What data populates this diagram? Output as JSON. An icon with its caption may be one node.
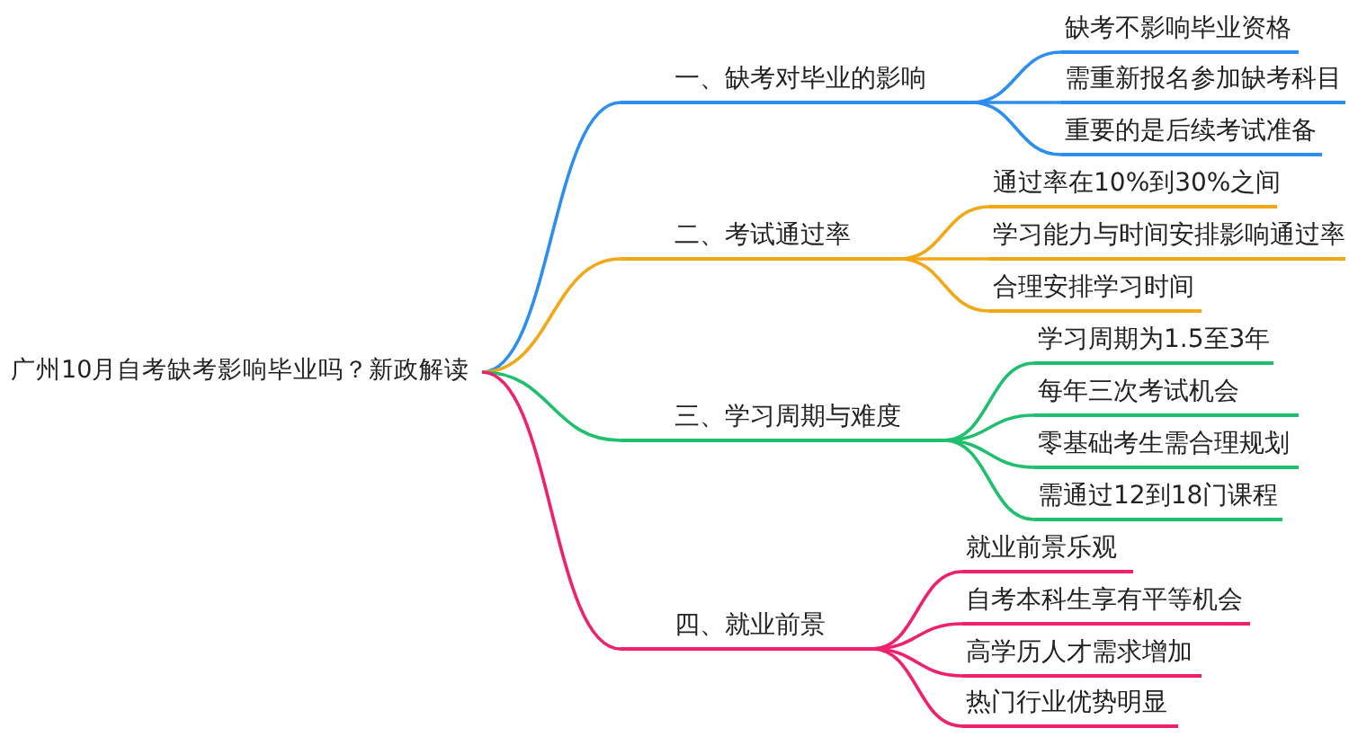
{
  "diagram": {
    "nodes": [
      {
        "text": [
          "广州10月自考缺考影响毕业吗？新政解读"
        ]
      },
      {
        "text": [
          "一、缺考对毕业的影响"
        ]
      },
      {
        "text": [
          "缺考不影响毕业资格"
        ]
      },
      {
        "text": [
          "需重新报名参加缺考科目"
        ]
      },
      {
        "text": [
          "重要的是后续考试准备"
        ]
      },
      {
        "text": [
          "二、考试通过率"
        ]
      },
      {
        "text": [
          "通过率在10%到30%之间"
        ]
      },
      {
        "text": [
          "学习能力与时间安排影响通过率"
        ]
      },
      {
        "text": [
          "合理安排学习时间"
        ]
      },
      {
        "text": [
          "三、学习周期与难度"
        ]
      },
      {
        "text": [
          "学习周期为1.5至3年"
        ]
      },
      {
        "text": [
          "每年三次考试机会"
        ]
      },
      {
        "text": [
          "零基础考生需合理规划"
        ]
      },
      {
        "text": [
          "需通过12到18门课程"
        ]
      },
      {
        "text": [
          "四、就业前景"
        ]
      },
      {
        "text": [
          "就业前景乐观"
        ]
      },
      {
        "text": [
          "自考本科生享有平等机会"
        ]
      },
      {
        "text": [
          "高学历人才需求增加"
        ]
      },
      {
        "text": [
          "热门行业优势明显"
        ]
      }
    ],
    "edges": [
      {
        "from": 0,
        "to": 1,
        "arrow": "none",
        "color": "#2b8ef0"
      },
      {
        "from": 1,
        "to": 2,
        "arrow": "none",
        "color": "#2b8ef0"
      },
      {
        "from": 1,
        "to": 3,
        "arrow": "none",
        "color": "#2b8ef0"
      },
      {
        "from": 1,
        "to": 4,
        "arrow": "none",
        "color": "#2b8ef0"
      },
      {
        "from": 0,
        "to": 5,
        "arrow": "none",
        "color": "#f2a816"
      },
      {
        "from": 5,
        "to": 6,
        "arrow": "none",
        "color": "#f2a816"
      },
      {
        "from": 5,
        "to": 7,
        "arrow": "none",
        "color": "#f2a816"
      },
      {
        "from": 5,
        "to": 8,
        "arrow": "none",
        "color": "#f2a816"
      },
      {
        "from": 0,
        "to": 9,
        "arrow": "none",
        "color": "#1fbf6e"
      },
      {
        "from": 9,
        "to": 10,
        "arrow": "none",
        "color": "#1fbf6e"
      },
      {
        "from": 9,
        "to": 11,
        "arrow": "none",
        "color": "#1fbf6e"
      },
      {
        "from": 9,
        "to": 12,
        "arrow": "none",
        "color": "#1fbf6e"
      },
      {
        "from": 9,
        "to": 13,
        "arrow": "none",
        "color": "#1fbf6e"
      },
      {
        "from": 0,
        "to": 14,
        "arrow": "none",
        "color": "#f0206e"
      },
      {
        "from": 14,
        "to": 15,
        "arrow": "none",
        "color": "#f0206e"
      },
      {
        "from": 14,
        "to": 16,
        "arrow": "none",
        "color": "#f0206e"
      },
      {
        "from": 14,
        "to": 17,
        "arrow": "none",
        "color": "#f0206e"
      },
      {
        "from": 14,
        "to": 18,
        "arrow": "none",
        "color": "#f0206e"
      }
    ]
  }
}
